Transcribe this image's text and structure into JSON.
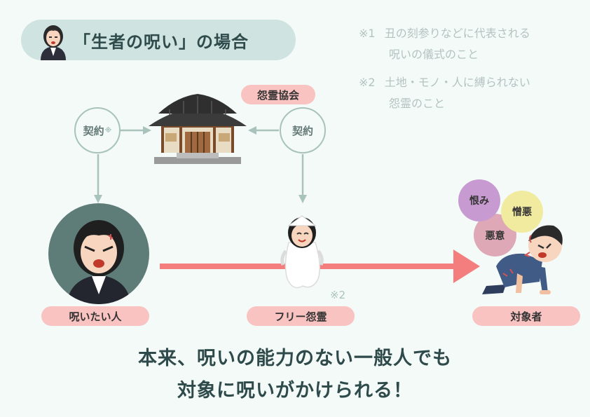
{
  "title": "「生者の呪い」の場合",
  "notes": [
    {
      "mark": "※1",
      "lines": [
        "丑の刻参りなどに代表される",
        "呪いの儀式のこと"
      ]
    },
    {
      "mark": "※2",
      "lines": [
        "土地・モノ・人に縛られない",
        "怨霊のこと"
      ]
    }
  ],
  "temple": {
    "label": "怨霊協会"
  },
  "contract_left": {
    "label": "契約",
    "mark": "※"
  },
  "contract_right": {
    "label": "契約"
  },
  "curser": {
    "label": "呪いたい人"
  },
  "spirit": {
    "label": "フリー怨霊",
    "mark": "※2"
  },
  "target": {
    "label": "対象者"
  },
  "emotions": [
    "恨み",
    "憎悪",
    "悪意"
  ],
  "bottom": {
    "line1": "本来、呪いの能力のない一般人でも",
    "line2": "対象に呪いがかけられる！"
  },
  "colors": {
    "background": "#f4faf8",
    "title_pill": "#cfe3e0",
    "label_pill": "#f9c3c1",
    "ring": "#a8c2bc",
    "arrow_main": "#f47e7e",
    "emotion_purple": "#c79bd1",
    "emotion_yellow": "#f1eba0",
    "emotion_pink": "#dfa8b7"
  }
}
